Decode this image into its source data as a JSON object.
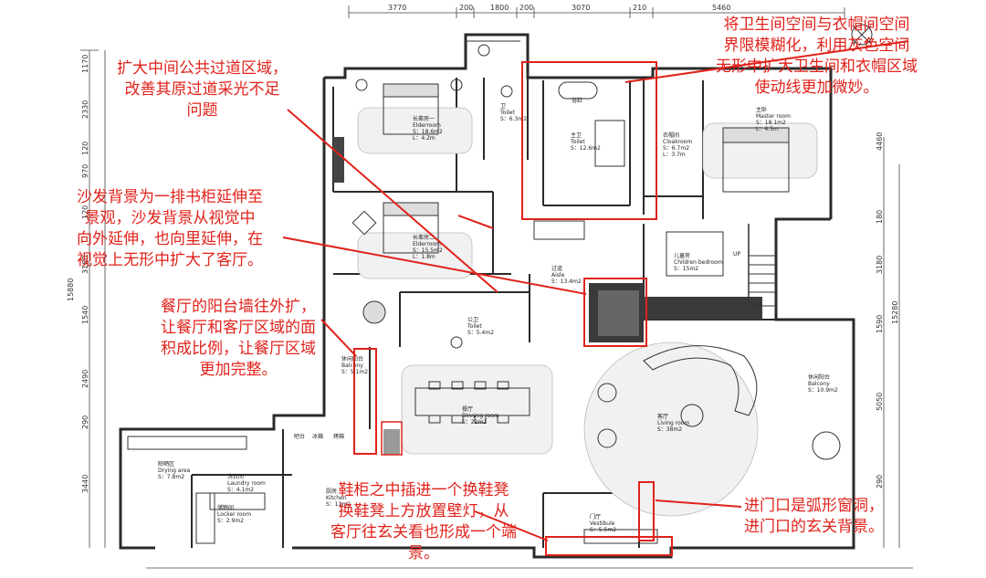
{
  "dimensions": {
    "top": [
      "3770",
      "200",
      "1800",
      "200",
      "3070",
      "210",
      "5460"
    ],
    "left": [
      "1170",
      "2330",
      "120",
      "970",
      "120",
      "3180",
      "1540",
      "2490",
      "290",
      "3440"
    ],
    "right": [
      "4460",
      "180",
      "3180",
      "1590",
      "5050",
      "290"
    ],
    "left_total": "15880",
    "right_total": "15280"
  },
  "rooms": [
    {
      "cn": "长辈房一",
      "en": "Elderroom",
      "area": "S：18.6m2",
      "extra": "L：4.2m"
    },
    {
      "cn": "卫",
      "en": "Toilet",
      "area": "S：6.3m2",
      "extra": ""
    },
    {
      "cn": "主卫",
      "en": "Toilet",
      "area": "S：12.6m2",
      "extra": ""
    },
    {
      "cn": "衣帽间",
      "en": "Cloakroom",
      "area": "S：6.7m2",
      "extra": "L：3.7m"
    },
    {
      "cn": "主卧",
      "en": "Master room",
      "area": "S：18.1m2",
      "extra": "L：4.5m"
    },
    {
      "cn": "长辈房二",
      "en": "Elderroom",
      "area": "S：15.5m2",
      "extra": "L：1.8m"
    },
    {
      "cn": "过道",
      "en": "Aisle",
      "area": "S：13.4m2",
      "extra": ""
    },
    {
      "cn": "儿童房",
      "en": "Children bedroom",
      "area": "S：15m2",
      "extra": ""
    },
    {
      "cn": "公卫",
      "en": "Toilet",
      "area": "S：5.4m2",
      "extra": ""
    },
    {
      "cn": "休闲阳台",
      "en": "Balcony",
      "area": "S：5.1m2",
      "extra": ""
    },
    {
      "cn": "餐厅",
      "en": "Dinning room",
      "area": "S：22m2",
      "extra": ""
    },
    {
      "cn": "客厅",
      "en": "Living room",
      "area": "S：38m2",
      "extra": ""
    },
    {
      "cn": "休闲阳台",
      "en": "Balcony",
      "area": "S：10.9m2",
      "extra": ""
    },
    {
      "cn": "晾晒区",
      "en": "Drying area",
      "area": "S：7.8m2",
      "extra": ""
    },
    {
      "cn": "洗衣间",
      "en": "Laundry room",
      "area": "S：4.1m2",
      "extra": ""
    },
    {
      "cn": "储物间",
      "en": "Locker room",
      "area": "S：2.9m2",
      "extra": ""
    },
    {
      "cn": "厨房",
      "en": "Kitchen",
      "area": "S：11m2",
      "extra": ""
    },
    {
      "cn": "门厅",
      "en": "Vestibule",
      "area": "S：5.5m2",
      "extra": ""
    }
  ],
  "fixture_labels": {
    "bar": "吧台",
    "ice": "冰箱",
    "oven": "烤箱",
    "bath": "浴缸",
    "up": "UP"
  },
  "annotations": [
    {
      "lines": [
        "扩大中间公共过道区域，",
        "改善其原过道采光不足",
        "问题"
      ]
    },
    {
      "lines": [
        "将卫生间空间与衣帽间空间",
        "界限模糊化，利用灰色空间",
        "无形中扩大卫生间和衣帽区域",
        "使动线更加微妙。"
      ]
    },
    {
      "lines": [
        "沙发背景为一排书柜延伸至",
        "景观，沙发背景从视觉中",
        "向外延伸，也向里延伸，在",
        "视觉上无形中扩大了客厅。"
      ]
    },
    {
      "lines": [
        "餐厅的阳台墙往外扩，",
        "让餐厅和客厅区域的面",
        "积成比例，让餐厅区域",
        "更加完整。"
      ]
    },
    {
      "lines": [
        "鞋柜之中插进一个换鞋凳",
        "换鞋凳上方放置壁灯，从",
        "客厅往玄关看也形成一个端",
        "景。"
      ]
    },
    {
      "lines": [
        "进门口是弧形窗洞，",
        "进门口的玄关背景。"
      ]
    }
  ],
  "colors": {
    "annotation": "#e0221b",
    "wall": "#2a2a2a",
    "dark_floor": "#3a3a3a",
    "highlight": "#9a9a9a"
  }
}
